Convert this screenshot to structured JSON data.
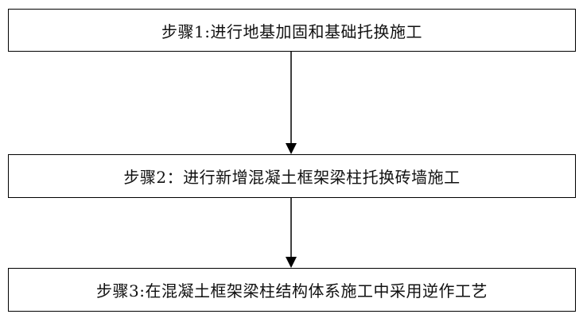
{
  "flowchart": {
    "steps": [
      {
        "label": "步骤1:进行地基加固和基础托换施工"
      },
      {
        "label": "步骤2：进行新增混凝土框架梁柱托换砖墙施工"
      },
      {
        "label": "步骤3:在混凝土框架梁柱结构体系施工中采用逆作工艺"
      }
    ]
  }
}
